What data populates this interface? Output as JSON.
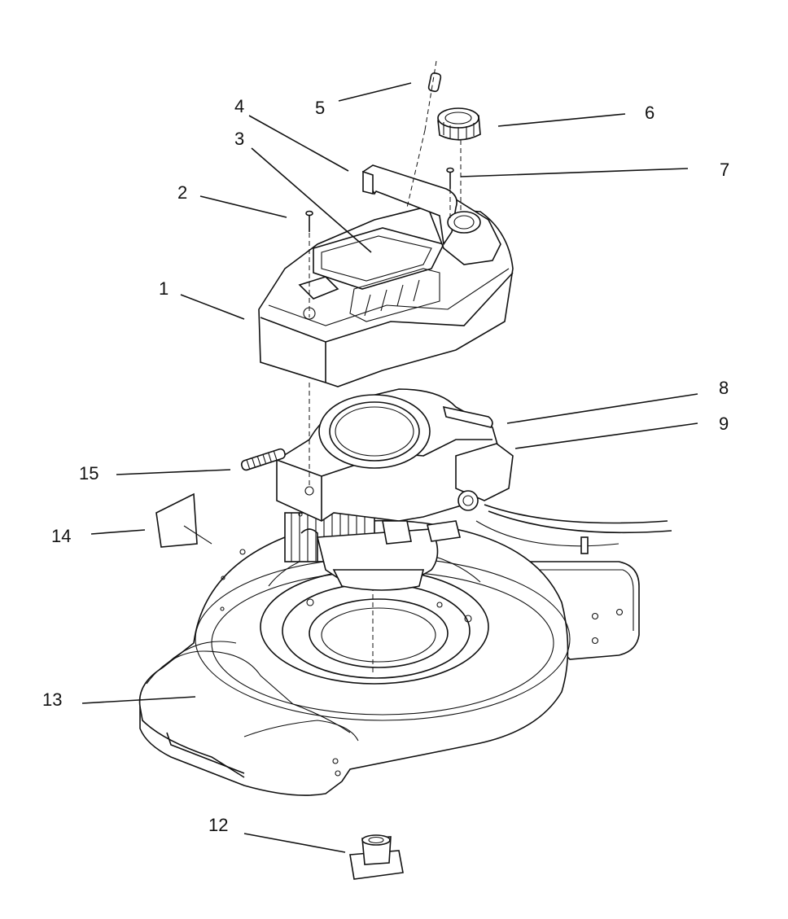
{
  "callouts": [
    {
      "id": "1",
      "label": "1"
    },
    {
      "id": "2",
      "label": "2"
    },
    {
      "id": "3",
      "label": "3"
    },
    {
      "id": "4",
      "label": "4"
    },
    {
      "id": "5",
      "label": "5"
    },
    {
      "id": "6",
      "label": "6"
    },
    {
      "id": "7",
      "label": "7"
    },
    {
      "id": "8",
      "label": "8"
    },
    {
      "id": "9",
      "label": "9"
    },
    {
      "id": "12",
      "label": "12"
    },
    {
      "id": "13",
      "label": "13"
    },
    {
      "id": "14",
      "label": "14"
    },
    {
      "id": "15",
      "label": "15"
    }
  ]
}
